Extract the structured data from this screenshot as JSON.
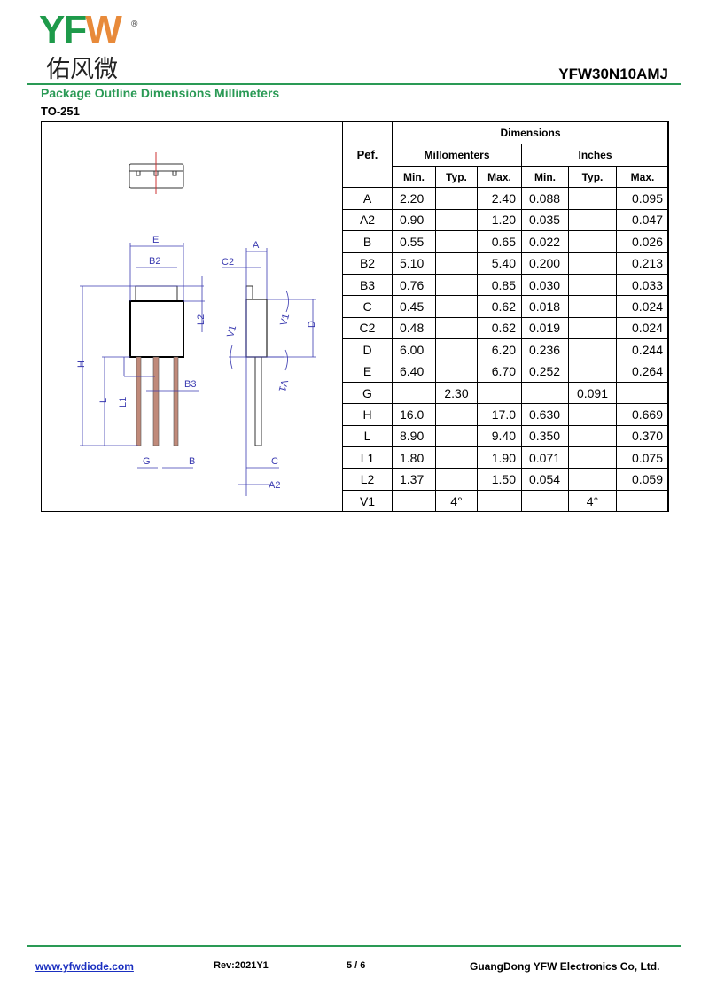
{
  "header": {
    "logo_latin": "YFW",
    "logo_chinese": "佑风微",
    "logo_registered": "®",
    "part_number": "YFW30N10AMJ"
  },
  "section_title": "Package Outline Dimensions Millimeters",
  "package": "TO-251",
  "drawing_labels": {
    "E": "E",
    "B2": "B2",
    "H": "H",
    "L": "L",
    "L1": "L1",
    "L2": "L2",
    "B3": "B3",
    "G": "G",
    "B": "B",
    "A": "A",
    "C2": "C2",
    "V1": "V1",
    "D": "D",
    "C": "C",
    "A2": "A2"
  },
  "table": {
    "ref_header": "Pef.",
    "dimensions_header": "Dimensions",
    "mm_header": "Millomenters",
    "inch_header": "Inches",
    "sub_headers": [
      "Min.",
      "Typ.",
      "Max.",
      "Min.",
      "Typ.",
      "Max."
    ],
    "rows": [
      [
        "A",
        "2.20",
        "",
        "2.40",
        "0.088",
        "",
        "0.095"
      ],
      [
        "A2",
        "0.90",
        "",
        "1.20",
        "0.035",
        "",
        "0.047"
      ],
      [
        "B",
        "0.55",
        "",
        "0.65",
        "0.022",
        "",
        "0.026"
      ],
      [
        "B2",
        "5.10",
        "",
        "5.40",
        "0.200",
        "",
        "0.213"
      ],
      [
        "B3",
        "0.76",
        "",
        "0.85",
        "0.030",
        "",
        "0.033"
      ],
      [
        "C",
        "0.45",
        "",
        "0.62",
        "0.018",
        "",
        "0.024"
      ],
      [
        "C2",
        "0.48",
        "",
        "0.62",
        "0.019",
        "",
        "0.024"
      ],
      [
        "D",
        "6.00",
        "",
        "6.20",
        "0.236",
        "",
        "0.244"
      ],
      [
        "E",
        "6.40",
        "",
        "6.70",
        "0.252",
        "",
        "0.264"
      ],
      [
        "G",
        "",
        "2.30",
        "",
        "",
        "0.091",
        ""
      ],
      [
        "H",
        "16.0",
        "",
        "17.0",
        "0.630",
        "",
        "0.669"
      ],
      [
        "L",
        "8.90",
        "",
        "9.40",
        "0.350",
        "",
        "0.370"
      ],
      [
        "L1",
        "1.80",
        "",
        "1.90",
        "0.071",
        "",
        "0.075"
      ],
      [
        "L2",
        "1.37",
        "",
        "1.50",
        "0.054",
        "",
        "0.059"
      ],
      [
        "V1",
        "",
        "4°",
        "",
        "",
        "4°",
        ""
      ]
    ]
  },
  "footer": {
    "website": "www.yfwdiode.com",
    "revision": "Rev:2021Y1",
    "page": "5 / 6",
    "company": "GuangDong YFW Electronics Co, Ltd."
  },
  "colors": {
    "brand_green": "#2a9a55",
    "brand_orange": "#e88a3a",
    "dim_blue": "#3a3ab0",
    "lead_brown": "#b07060"
  }
}
